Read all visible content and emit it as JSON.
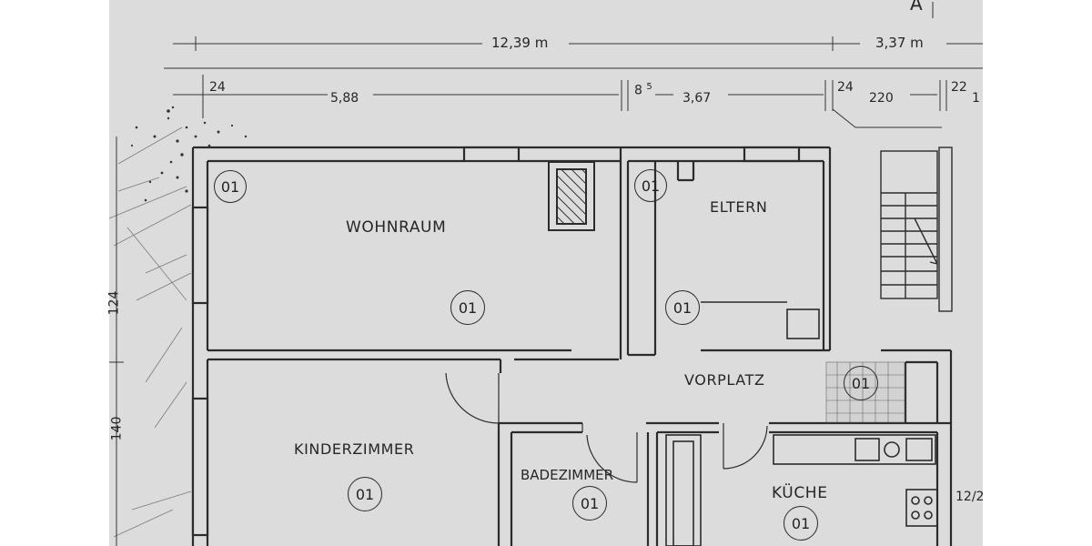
{
  "colors": {
    "paper": "#dcdcdc",
    "ink": "#2b2b2b"
  },
  "dimensions": {
    "total_width": "12,39 m",
    "right_width": "3,37 m",
    "wall_left": "24",
    "living_width": "5,88",
    "wall_mid": "8",
    "wall_mid_sup": "5",
    "bedroom_width": "3,67",
    "wall_right": "24",
    "stair_width": "220",
    "wall_far": "22",
    "cut_right": "1",
    "vertical_upper": "124",
    "vertical_lower": "140",
    "kitchen_side": "12/2",
    "section_mark": "A"
  },
  "rooms": {
    "wohnraum": {
      "label": "WOHNRAUM",
      "marker": "01",
      "corner_marker": "01"
    },
    "eltern": {
      "label": "ELTERN",
      "marker": "01",
      "corner_marker": "01"
    },
    "vorplatz": {
      "label": "VORPLATZ",
      "marker": "01"
    },
    "kinderzimmer": {
      "label": "KINDERZIMMER",
      "marker": "01"
    },
    "badezimmer": {
      "label": "BADEZIMMER",
      "marker": "01"
    },
    "kueche": {
      "label": "KÜCHE",
      "marker": "01"
    }
  }
}
